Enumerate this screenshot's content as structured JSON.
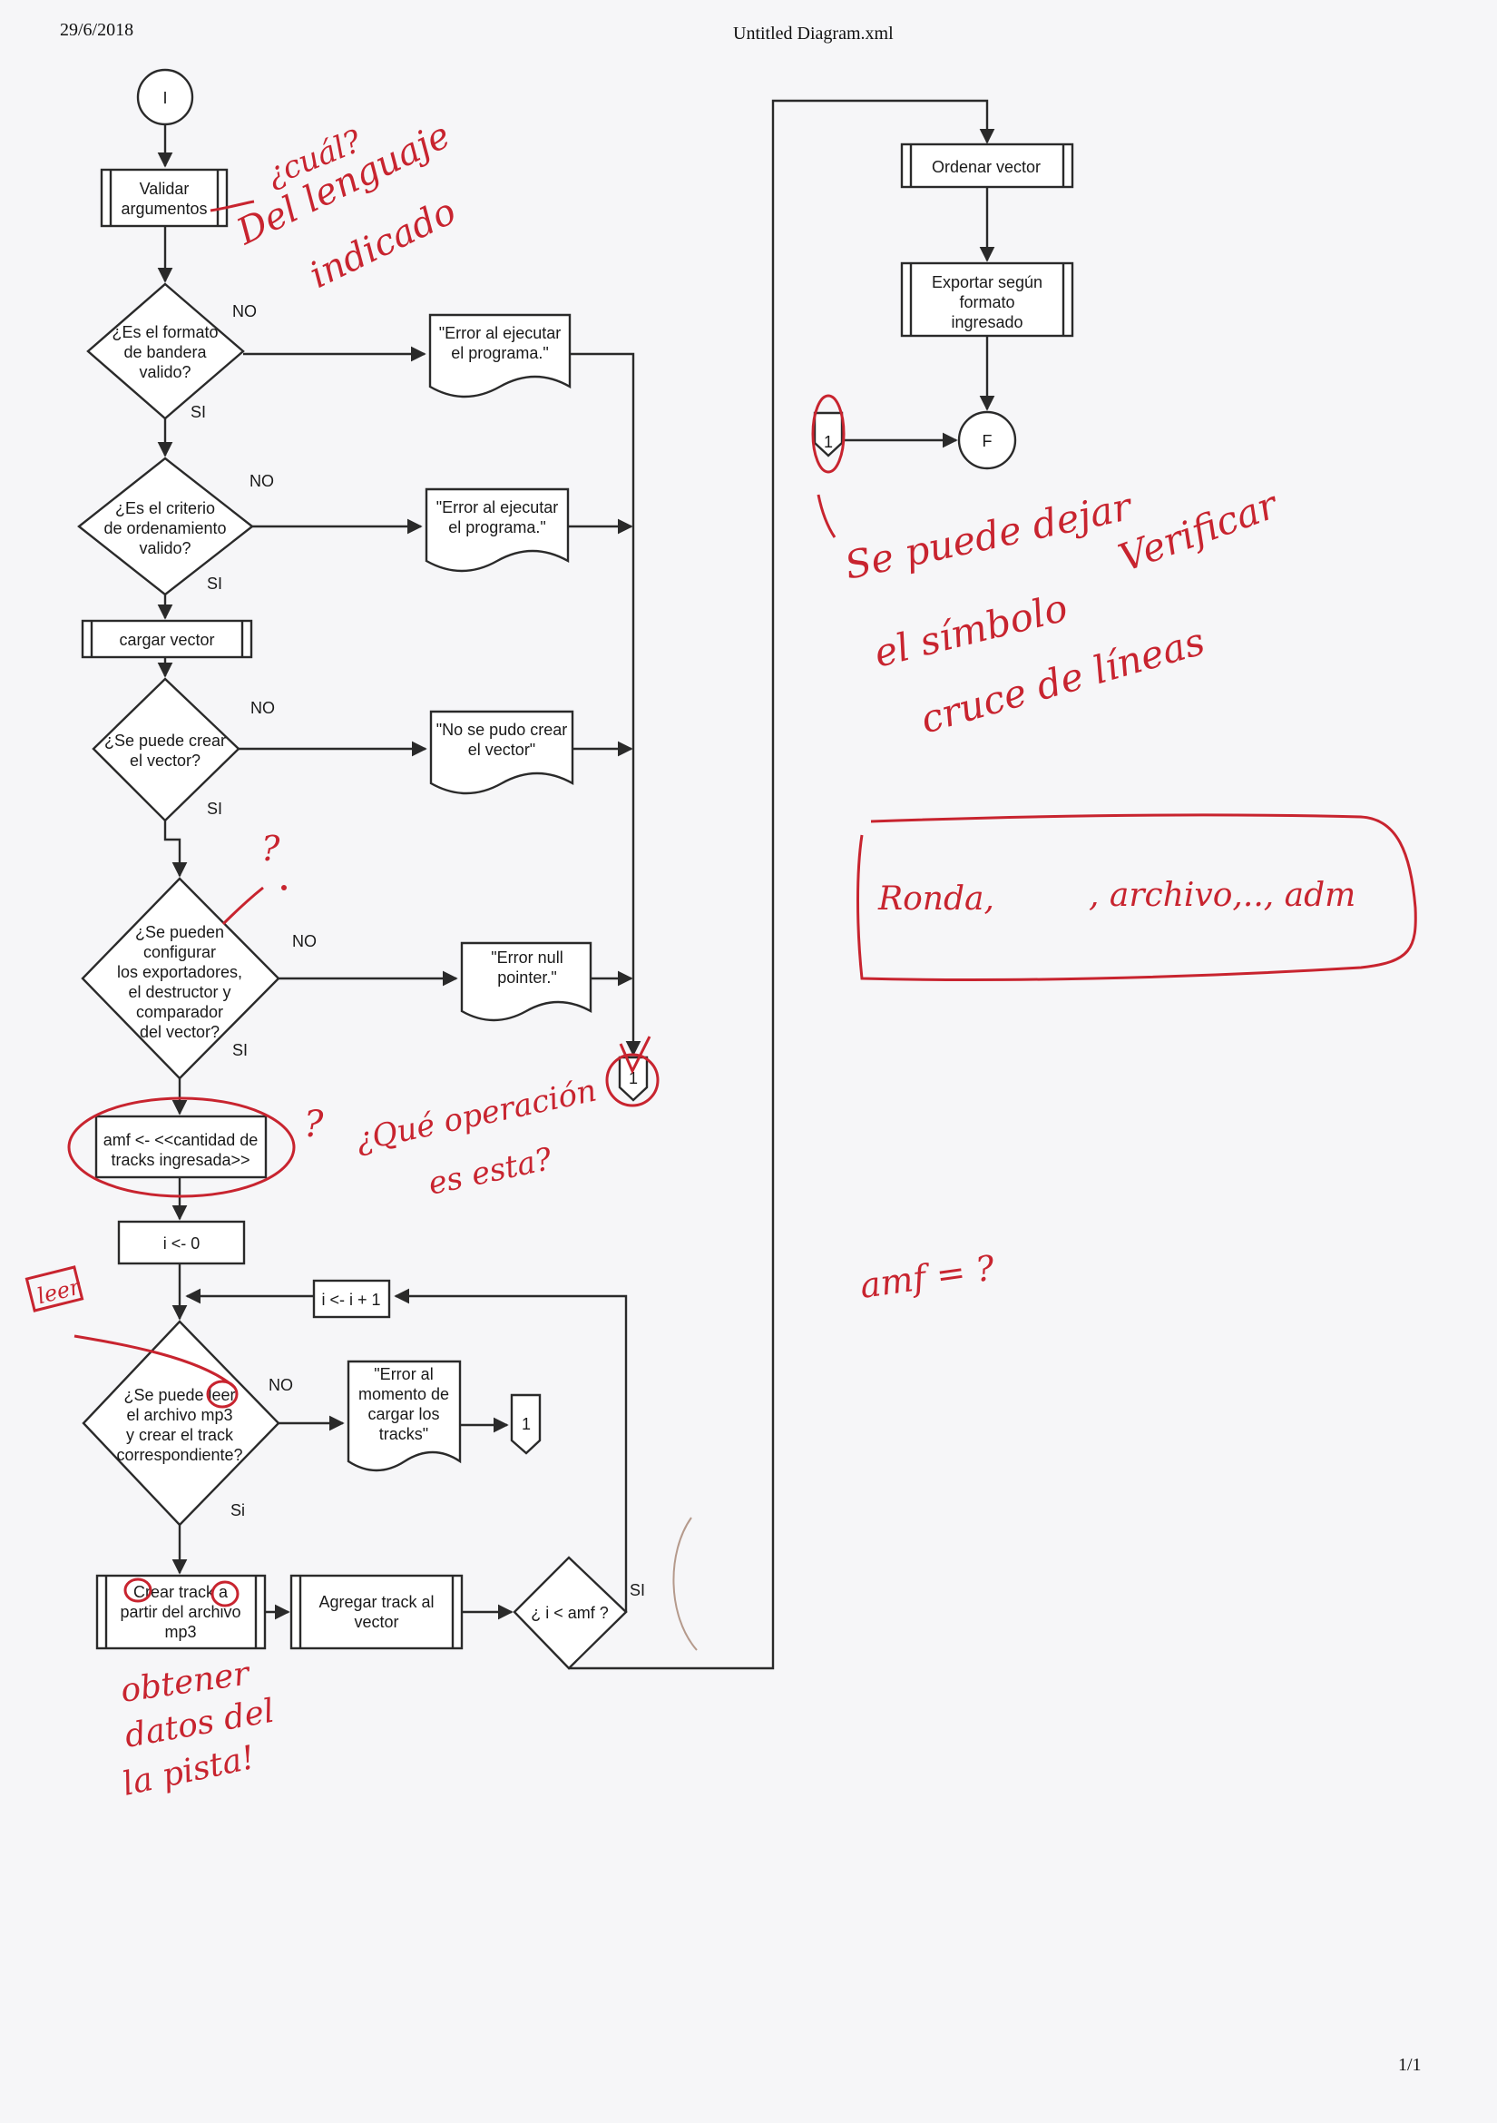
{
  "header": {
    "date": "29/6/2018",
    "title": "Untitled Diagram.xml",
    "page_number": "1/1"
  },
  "flowchart": {
    "start": "I",
    "end": "F",
    "validate_args": [
      "Validar",
      "argumentos"
    ],
    "decision_flag_format": [
      "¿Es el formato",
      "de bandera",
      "valido?"
    ],
    "error_exec_1": [
      "\"Error al ejecutar",
      "el programa.\""
    ],
    "decision_sort_criteria": [
      "¿Es el criterio",
      "de ordenamiento",
      "valido?"
    ],
    "error_exec_2": [
      "\"Error al ejecutar",
      "el programa.\""
    ],
    "load_vector": "cargar vector",
    "decision_create_vector": [
      "¿Se puede crear",
      "el vector?"
    ],
    "error_vector": [
      "\"No se pudo crear",
      "el vector\""
    ],
    "decision_configure": [
      "¿Se pueden",
      "configurar",
      "los exportadores,",
      "el destructor y",
      "comparador",
      "del vector?"
    ],
    "error_null": [
      "\"Error null",
      "pointer.\""
    ],
    "amf_assign": [
      "amf <- <<cantidad de",
      "tracks ingresada>>"
    ],
    "init_i": "i <- 0",
    "increment_i": "i <- i + 1",
    "decision_read_mp3": [
      "¿Se puede leer",
      "el archivo mp3",
      "y crear el track",
      "correspondiente?"
    ],
    "error_tracks": [
      "\"Error al",
      "momento de",
      "cargar los",
      "tracks\""
    ],
    "connector": "1",
    "create_track": [
      "Crear track a",
      "partir del archivo",
      "mp3"
    ],
    "add_track": [
      "Agregar track al",
      "vector"
    ],
    "decision_loop": "¿ i < amf ?",
    "sort_vector": "Ordenar vector",
    "export": [
      "Exportar según",
      "formato",
      "ingresado"
    ],
    "labels": {
      "no": "NO",
      "si_caps": "SI",
      "si": "SI",
      "si_lower": "Si"
    }
  },
  "annotations": {
    "top_note": [
      "¿cuál?",
      "Del lenguaje",
      "indicado"
    ],
    "connector_note": [
      "Se puede dejar",
      "el símbolo",
      "Verificar",
      "cruce de líneas"
    ],
    "bracket_note_left": "Ronda,",
    "bracket_note_right": ", archivo,.., adm",
    "question_1": "?",
    "operation_note": [
      "¿Qué operación",
      "es esta?"
    ],
    "question_2": "?",
    "amf_note": "amf = ?",
    "leer_tag": "leer",
    "track_note": [
      "obtener",
      "datos del",
      "la pista!"
    ]
  }
}
